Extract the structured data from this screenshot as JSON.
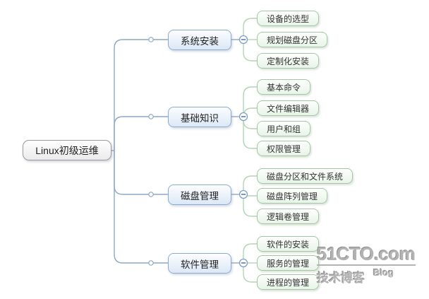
{
  "root": {
    "label": "Linux初级运维"
  },
  "branches": [
    {
      "label": "系统安装",
      "children": [
        {
          "label": "设备的选型"
        },
        {
          "label": "规划磁盘分区"
        },
        {
          "label": "定制化安装"
        }
      ]
    },
    {
      "label": "基础知识",
      "children": [
        {
          "label": "基本命令"
        },
        {
          "label": "文件编辑器"
        },
        {
          "label": "用户和组"
        },
        {
          "label": "权限管理"
        }
      ]
    },
    {
      "label": "磁盘管理",
      "children": [
        {
          "label": "磁盘分区和文件系统"
        },
        {
          "label": "磁盘阵列管理"
        },
        {
          "label": "逻辑卷管理"
        }
      ]
    },
    {
      "label": "软件管理",
      "children": [
        {
          "label": "软件的安装"
        },
        {
          "label": "服务的管理"
        },
        {
          "label": "进程的管理"
        }
      ]
    }
  ],
  "watermark": {
    "site": "51CTO.com",
    "subtitle": "技术博客",
    "blog_label": "Blog"
  },
  "colors": {
    "branch_line": "#8ca9c9",
    "child_line": "#b4d4b4",
    "branch_node_border": "#8cabd1",
    "leaf_node_border": "#a3c8a3",
    "root_node_border": "#9a9aa0",
    "watermark_gray": "#b3b3b3"
  }
}
